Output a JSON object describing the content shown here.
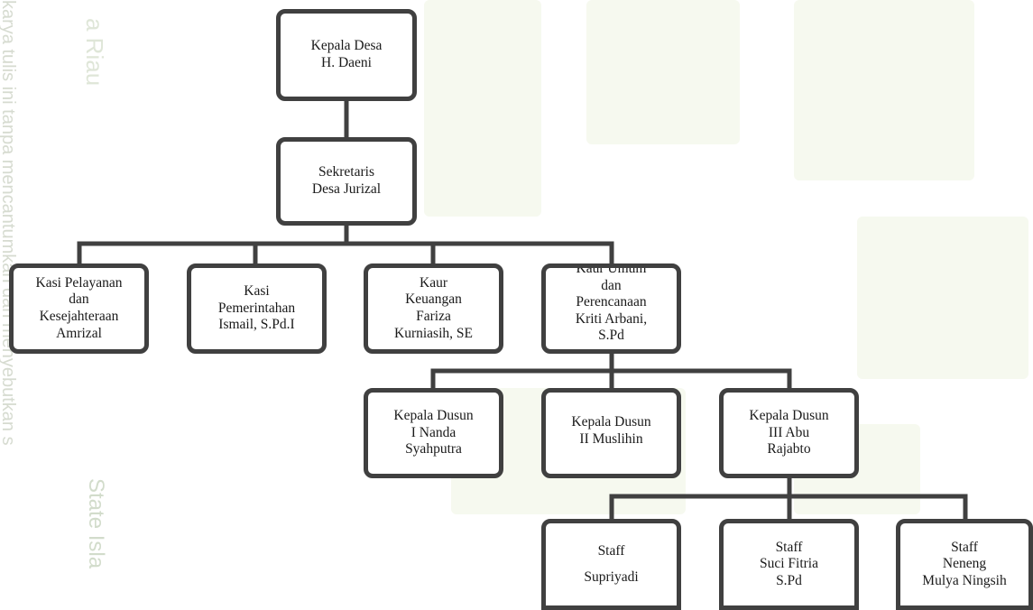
{
  "watermark": {
    "line1": "karya tulis ini tanpa mencantumkan dan menyebutkan s",
    "line2": "a Riau",
    "line3": "State Isla"
  },
  "org_chart": {
    "head": {
      "line1": "Kepala Desa",
      "line2": "H. Daeni"
    },
    "secretary": {
      "line1": "Sekretaris",
      "line2": "Desa Jurizal"
    },
    "kasi_pelayanan": {
      "line1": "Kasi Pelayanan",
      "line2": "dan",
      "line3": "Kesejahteraan",
      "line4": "Amrizal"
    },
    "kasi_pemerintahan": {
      "line1": "Kasi",
      "line2": "Pemerintahan",
      "line3": "Ismail, S.Pd.I"
    },
    "kaur_keuangan": {
      "line1": "Kaur",
      "line2": "Keuangan",
      "line3": "Fariza",
      "line4": "Kurniasih, SE"
    },
    "kaur_umum": {
      "line1": "Kaur Umum",
      "line2": "dan",
      "line3": "Perencanaan",
      "line4": "Kriti Arbani,",
      "line5": "S.Pd"
    },
    "dusun_1": {
      "line1": "Kepala Dusun",
      "line2": "I Nanda",
      "line3": "Syahputra"
    },
    "dusun_2": {
      "line1": "Kepala Dusun",
      "line2": "II Muslihin"
    },
    "dusun_3": {
      "line1": "Kepala Dusun",
      "line2": "III Abu",
      "line3": "Rajabto"
    },
    "staff_1": {
      "line1": "Staff",
      "line2": "Supriyadi"
    },
    "staff_2": {
      "line1": "Staff",
      "line2": "Suci Fitria",
      "line3": "S.Pd"
    },
    "staff_3": {
      "line1": "Staff",
      "line2": "Neneng",
      "line3": "Mulya Ningsih"
    }
  }
}
